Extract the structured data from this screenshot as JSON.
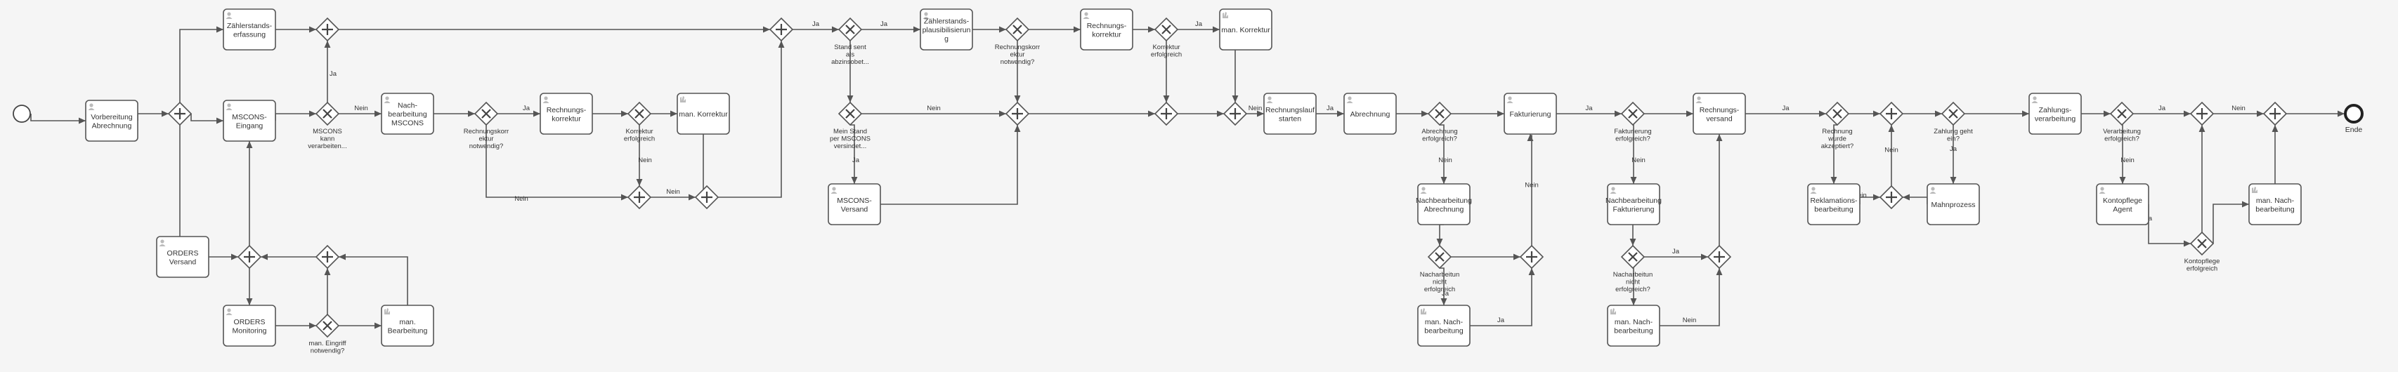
{
  "diagram": {
    "events": [
      {
        "id": "start",
        "type": "start",
        "label": ""
      },
      {
        "id": "end",
        "type": "end",
        "label": "Ende"
      }
    ],
    "tasks": [
      {
        "id": "t1",
        "icon": "user-task-icon",
        "label": [
          "Vorbereitung",
          "Abrechnung"
        ]
      },
      {
        "id": "t2",
        "icon": "user-task-icon",
        "label": [
          "Zählerstands-",
          "erfassung"
        ]
      },
      {
        "id": "t3",
        "icon": "user-task-icon",
        "label": [
          "MSCONS-",
          "Eingang"
        ]
      },
      {
        "id": "t4",
        "icon": "user-task-icon",
        "label": [
          "Nach-",
          "bearbeitung",
          "MSCONS"
        ]
      },
      {
        "id": "t5",
        "icon": "user-task-icon",
        "label": [
          "Rechnungs-",
          "korrektur"
        ]
      },
      {
        "id": "t6",
        "icon": "manual-task-icon",
        "label": [
          "man. Korrektur"
        ]
      },
      {
        "id": "t7",
        "icon": "user-task-icon",
        "label": [
          "ORDERS",
          "Versand"
        ]
      },
      {
        "id": "t8",
        "icon": "user-task-icon",
        "label": [
          "ORDERS",
          "Monitoring"
        ]
      },
      {
        "id": "t9",
        "icon": "manual-task-icon",
        "label": [
          "man.",
          "Bearbeitung"
        ]
      },
      {
        "id": "t10",
        "icon": "user-task-icon",
        "label": [
          "Zählerstands-",
          "plausibilisierun",
          "g"
        ]
      },
      {
        "id": "t11",
        "icon": "user-task-icon",
        "label": [
          "MSCONS-",
          "Versand"
        ]
      },
      {
        "id": "t12",
        "icon": "user-task-icon",
        "label": [
          "Rechnungs-",
          "korrektur"
        ]
      },
      {
        "id": "t13",
        "icon": "manual-task-icon",
        "label": [
          "man. Korrektur"
        ]
      },
      {
        "id": "t14",
        "icon": "user-task-icon",
        "label": [
          "Rechnungslauf",
          "starten"
        ]
      },
      {
        "id": "t15",
        "icon": "user-task-icon",
        "label": [
          "Abrechnung"
        ]
      },
      {
        "id": "t16",
        "icon": "user-task-icon",
        "label": [
          "Nachbearbeitung",
          "Abrechnung"
        ]
      },
      {
        "id": "t17",
        "icon": "manual-task-icon",
        "label": [
          "man. Nach-",
          "bearbeitung"
        ]
      },
      {
        "id": "t18",
        "icon": "user-task-icon",
        "label": [
          "Fakturierung"
        ]
      },
      {
        "id": "t19",
        "icon": "user-task-icon",
        "label": [
          "Nachbearbeitung",
          "Fakturierung"
        ]
      },
      {
        "id": "t20",
        "icon": "manual-task-icon",
        "label": [
          "man. Nach-",
          "bearbeitung"
        ]
      },
      {
        "id": "t21",
        "icon": "user-task-icon",
        "label": [
          "Rechnungs-",
          "versand"
        ]
      },
      {
        "id": "t22",
        "icon": "user-task-icon",
        "label": [
          "Reklamations-",
          "bearbeitung"
        ]
      },
      {
        "id": "t23",
        "icon": "user-task-icon",
        "label": [
          "Mahnprozess"
        ]
      },
      {
        "id": "t24",
        "icon": "user-task-icon",
        "label": [
          "Zahlungs-",
          "verarbeitung"
        ]
      },
      {
        "id": "t25",
        "icon": "user-task-icon",
        "label": [
          "Kontopflege",
          "Agent"
        ]
      },
      {
        "id": "t26",
        "icon": "manual-task-icon",
        "label": [
          "man. Nach-",
          "bearbeitung"
        ]
      }
    ],
    "gateways": [
      {
        "id": "p1",
        "kind": "parallel",
        "label": []
      },
      {
        "id": "p2",
        "kind": "parallel",
        "label": []
      },
      {
        "id": "x1",
        "kind": "exclusive",
        "label": [
          "MSCONS",
          "kann",
          "verarbeiten..."
        ]
      },
      {
        "id": "p3",
        "kind": "parallel",
        "label": []
      },
      {
        "id": "p4",
        "kind": "parallel",
        "label": []
      },
      {
        "id": "x2",
        "kind": "exclusive",
        "label": [
          "man. Eingriff",
          "notwendig?"
        ]
      },
      {
        "id": "x3",
        "kind": "exclusive",
        "label": [
          "Rechnungskorr",
          "ektur",
          "notwendig?"
        ]
      },
      {
        "id": "x4",
        "kind": "exclusive",
        "label": [
          "Korrektur",
          "erfolgreich"
        ]
      },
      {
        "id": "p5",
        "kind": "parallel",
        "label": []
      },
      {
        "id": "p6",
        "kind": "parallel",
        "label": []
      },
      {
        "id": "p7",
        "kind": "parallel",
        "label": []
      },
      {
        "id": "x5",
        "kind": "exclusive",
        "label": [
          "Stand sent",
          "als",
          "abzinsobet..."
        ]
      },
      {
        "id": "x6",
        "kind": "exclusive",
        "label": [
          "Mein Stand",
          "per MSCONS",
          "versindet..."
        ]
      },
      {
        "id": "x7",
        "kind": "exclusive",
        "label": [
          "Rechnungskorr",
          "ektur",
          "notwendig?"
        ]
      },
      {
        "id": "p8",
        "kind": "parallel",
        "label": []
      },
      {
        "id": "x8",
        "kind": "exclusive",
        "label": [
          "Korrektur",
          "erfolgreich"
        ]
      },
      {
        "id": "p9",
        "kind": "parallel",
        "label": []
      },
      {
        "id": "p10",
        "kind": "parallel",
        "label": []
      },
      {
        "id": "x9",
        "kind": "exclusive",
        "label": [
          "Abrechnung",
          "erfolgreich?"
        ]
      },
      {
        "id": "x10",
        "kind": "exclusive",
        "label": [
          "Nacharbeitun",
          "nicht",
          "erfolgreich"
        ]
      },
      {
        "id": "p11",
        "kind": "parallel",
        "label": []
      },
      {
        "id": "x11",
        "kind": "exclusive",
        "label": [
          "Fakturierung",
          "erfolgreich?"
        ]
      },
      {
        "id": "x12",
        "kind": "exclusive",
        "label": [
          "Nacharbeitun",
          "nicht",
          "erfolgreich?"
        ]
      },
      {
        "id": "p12",
        "kind": "parallel",
        "label": []
      },
      {
        "id": "x13",
        "kind": "exclusive",
        "label": [
          "Rechnung",
          "wurde",
          "akzeptiert?"
        ]
      },
      {
        "id": "p13",
        "kind": "parallel",
        "label": []
      },
      {
        "id": "p14",
        "kind": "parallel",
        "label": []
      },
      {
        "id": "x14",
        "kind": "exclusive",
        "label": [
          "Zahlung geht",
          "ein?"
        ]
      },
      {
        "id": "x15",
        "kind": "exclusive",
        "label": [
          "Verarbeitung",
          "erfolgreich?"
        ]
      },
      {
        "id": "p15",
        "kind": "parallel",
        "label": []
      },
      {
        "id": "x16",
        "kind": "exclusive",
        "label": [
          "Kontopflege",
          "erfolgreich"
        ]
      },
      {
        "id": "p16",
        "kind": "parallel",
        "label": []
      }
    ],
    "edges": [
      {
        "id": "e1",
        "label": ""
      },
      {
        "id": "e2",
        "label": ""
      },
      {
        "id": "e3",
        "label": ""
      },
      {
        "id": "e4",
        "label": ""
      },
      {
        "id": "e5",
        "label": ""
      },
      {
        "id": "e6",
        "label": ""
      },
      {
        "id": "e7",
        "label": ""
      },
      {
        "id": "e8",
        "label": "Ja"
      },
      {
        "id": "e9",
        "label": "Nein"
      },
      {
        "id": "e10",
        "label": ""
      },
      {
        "id": "e11",
        "label": ""
      },
      {
        "id": "e12",
        "label": "Ja"
      },
      {
        "id": "e13",
        "label": "Nein"
      },
      {
        "id": "e14",
        "label": ""
      },
      {
        "id": "e15",
        "label": ""
      },
      {
        "id": "e16",
        "label": "Nein"
      },
      {
        "id": "e17",
        "label": ""
      },
      {
        "id": "e18",
        "label": "Nein"
      },
      {
        "id": "e19",
        "label": ""
      },
      {
        "id": "e20",
        "label": "Ja"
      },
      {
        "id": "e21",
        "label": "Ja"
      },
      {
        "id": "e22",
        "label": ""
      },
      {
        "id": "e23",
        "label": "Nein"
      },
      {
        "id": "e24",
        "label": "Ja"
      },
      {
        "id": "e25",
        "label": ""
      },
      {
        "id": "e26",
        "label": ""
      },
      {
        "id": "e27",
        "label": ""
      },
      {
        "id": "e28",
        "label": ""
      },
      {
        "id": "e29",
        "label": ""
      },
      {
        "id": "e30",
        "label": ""
      },
      {
        "id": "e31",
        "label": ""
      },
      {
        "id": "e32",
        "label": "Ja"
      },
      {
        "id": "e33",
        "label": "Nein"
      },
      {
        "id": "e34",
        "label": ""
      },
      {
        "id": "e35",
        "label": "Nein"
      },
      {
        "id": "e36",
        "label": "Ja"
      },
      {
        "id": "e37",
        "label": ""
      },
      {
        "id": "e38",
        "label": ""
      },
      {
        "id": "e39",
        "label": "Nein"
      },
      {
        "id": "e40",
        "label": ""
      },
      {
        "id": "e41",
        "label": "Ja"
      },
      {
        "id": "e42",
        "label": ""
      },
      {
        "id": "e43",
        "label": "Ja"
      },
      {
        "id": "e44",
        "label": "Nein"
      },
      {
        "id": "e45",
        "label": "Ja"
      },
      {
        "id": "e46",
        "label": ""
      },
      {
        "id": "e47",
        "label": "Nein"
      },
      {
        "id": "e48",
        "label": ""
      },
      {
        "id": "e49",
        "label": ""
      },
      {
        "id": "e50",
        "label": "Ja"
      },
      {
        "id": "e51",
        "label": "Nein"
      },
      {
        "id": "e52",
        "label": ""
      },
      {
        "id": "e53",
        "label": "Ja"
      },
      {
        "id": "e54",
        "label": ""
      },
      {
        "id": "e55",
        "label": ""
      },
      {
        "id": "e56",
        "label": "Nein"
      },
      {
        "id": "e57",
        "label": ""
      },
      {
        "id": "e58",
        "label": ""
      },
      {
        "id": "e59",
        "label": "Ja"
      },
      {
        "id": "e60",
        "label": ""
      },
      {
        "id": "e61",
        "label": "Nein"
      },
      {
        "id": "e62",
        "label": ""
      },
      {
        "id": "e63",
        "label": "Ja"
      },
      {
        "id": "e64",
        "label": "Nein"
      },
      {
        "id": "e65",
        "label": "Ja"
      },
      {
        "id": "e66",
        "label": ""
      },
      {
        "id": "e67",
        "label": ""
      },
      {
        "id": "e68",
        "label": ""
      },
      {
        "id": "e69",
        "label": "Nein"
      },
      {
        "id": "e70",
        "label": ""
      },
      {
        "id": "e71",
        "label": ""
      },
      {
        "id": "e72",
        "label": ""
      }
    ]
  }
}
